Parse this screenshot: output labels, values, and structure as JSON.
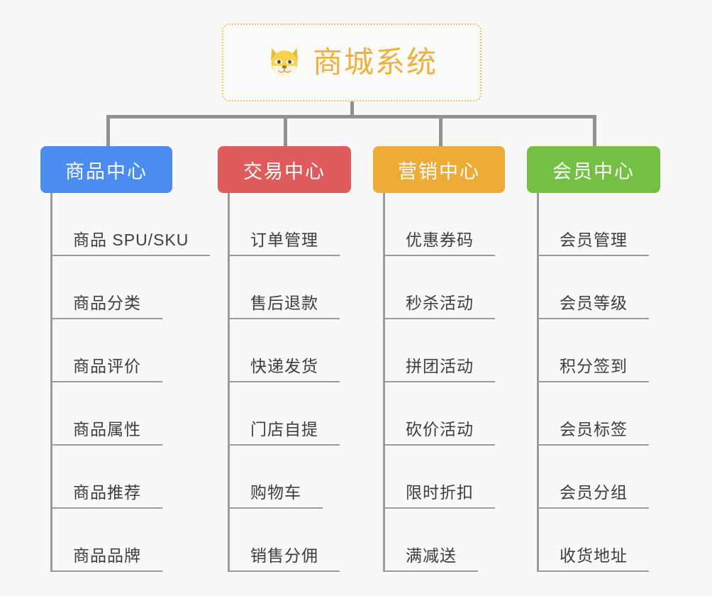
{
  "canvas": {
    "background": "#f8f8f8",
    "connector_color": "#919191"
  },
  "root": {
    "title": "商城系统",
    "icon": "dog-face-emoji",
    "border_color": "#f4c463",
    "text_color": "#efb040"
  },
  "branches": [
    {
      "label": "商品中心",
      "color": "#4a8cf0",
      "items": [
        "商品 SPU/SKU",
        "商品分类",
        "商品评价",
        "商品属性",
        "商品推荐",
        "商品品牌"
      ]
    },
    {
      "label": "交易中心",
      "color": "#e05b5b",
      "items": [
        "订单管理",
        "售后退款",
        "快递发货",
        "门店自提",
        "购物车",
        "销售分佣"
      ]
    },
    {
      "label": "营销中心",
      "color": "#eeab38",
      "items": [
        "优惠券码",
        "秒杀活动",
        "拼团活动",
        "砍价活动",
        "限时折扣",
        "满减送"
      ]
    },
    {
      "label": "会员中心",
      "color": "#74c044",
      "items": [
        "会员管理",
        "会员等级",
        "积分签到",
        "会员标签",
        "会员分组",
        "收货地址"
      ]
    }
  ]
}
